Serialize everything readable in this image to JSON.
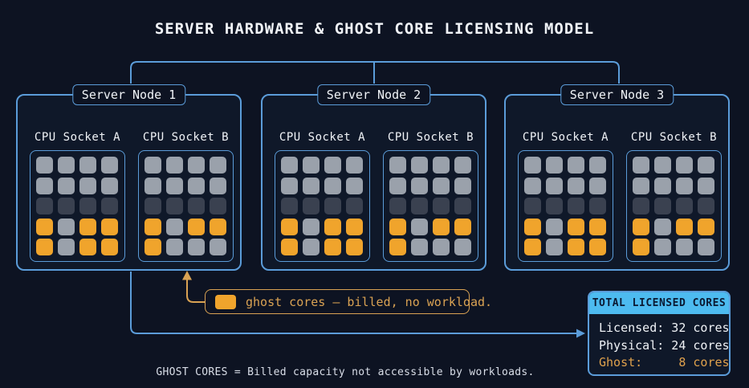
{
  "title": "SERVER HARDWARE & GHOST CORE LICENSING MODEL",
  "colors": {
    "background": "#0d1322",
    "line_blue": "#5b9cd9",
    "core_gray": "#9aa1ab",
    "core_dim": "#3a4150",
    "core_orange": "#f0a42c",
    "legend_orange": "#d9a253",
    "totals_header_bg": "#4dbbf0",
    "ghost_text_orange": "#dfa14c"
  },
  "nodes": [
    {
      "label": "Server Node 1",
      "sockets": [
        {
          "label": "CPU Socket A",
          "rows": [
            "GGGG",
            "GGGG",
            "DDDD",
            "OGOO",
            "OGOO"
          ]
        },
        {
          "label": "CPU Socket B",
          "rows": [
            "GGGG",
            "GGGG",
            "DDDD",
            "OGOO",
            "OGGG"
          ]
        }
      ]
    },
    {
      "label": "Server Node 2",
      "sockets": [
        {
          "label": "CPU Socket A",
          "rows": [
            "GGGG",
            "GGGG",
            "DDDD",
            "OGOO",
            "OGOO"
          ]
        },
        {
          "label": "CPU Socket B",
          "rows": [
            "GGGG",
            "GGGG",
            "DDDD",
            "OGOO",
            "OGGG"
          ]
        }
      ]
    },
    {
      "label": "Server Node 3",
      "sockets": [
        {
          "label": "CPU Socket A",
          "rows": [
            "GGGG",
            "GGGG",
            "DDDD",
            "OGOO",
            "OGOO"
          ]
        },
        {
          "label": "CPU Socket B",
          "rows": [
            "GGGG",
            "GGGG",
            "DDDD",
            "OGOO",
            "OGGG"
          ]
        }
      ]
    }
  ],
  "legend": {
    "swatch_icon": "ghost-core-swatch",
    "text": "ghost cores — billed, no workload."
  },
  "totals": {
    "header": "TOTAL LICENSED CORES",
    "rows": [
      {
        "text": "Licensed: 32 cores",
        "ghost": false
      },
      {
        "text": "Physical: 24 cores",
        "ghost": false
      },
      {
        "text": "Ghost:     8 cores",
        "ghost": true
      }
    ]
  },
  "caption": "GHOST CORES = Billed capacity not accessible by workloads."
}
